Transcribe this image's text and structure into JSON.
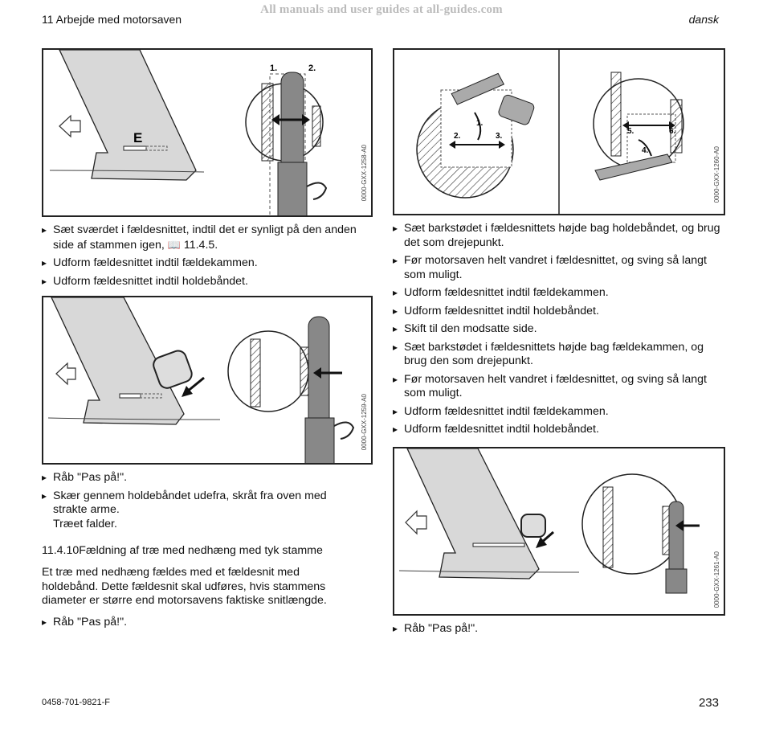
{
  "watermark": "All manuals and user guides at all-guides.com",
  "header": {
    "left": "11 Arbejde med motorsaven",
    "right": "dansk"
  },
  "figures": {
    "fig1": {
      "code": "0000-GXX-1258-A0",
      "label_e": "E",
      "step1": "1.",
      "step2": "2."
    },
    "fig2": {
      "code": "0000-GXX-1259-A0"
    },
    "fig3": {
      "code": "0000-GXX-1260-A0",
      "s1": "1.",
      "s2": "2.",
      "s3": "3.",
      "s4": "4.",
      "s5": "5.",
      "s6": "6."
    },
    "fig4": {
      "code": "0000-GXX-1261-A0"
    }
  },
  "left": {
    "bullets1": [
      "Sæt sværdet i fældesnittet, indtil det er synligt på den anden side af stammen igen,",
      "Udform fældesnittet indtil fældekammen.",
      "Udform fældesnittet indtil holdebåndet."
    ],
    "ref": "11.4.5.",
    "bullets2a": "Råb \"Pas på!\".",
    "bullets2b_l1": "Skær gennem holdebåndet udefra, skråt fra oven med strakte arme.",
    "bullets2b_l2": "Træet falder.",
    "section_title": "11.4.10Fældning af træ med nedhæng med tyk stamme",
    "paragraph": "Et træ med nedhæng fældes med et fældesnit med holdebånd. Dette fældesnit skal udføres, hvis stammens diameter er større end motorsavens faktiske snitlængde.",
    "bullet3": "Råb \"Pas på!\"."
  },
  "right": {
    "bullets": [
      "Sæt barkstødet i fældesnittets højde bag holdebåndet, og brug det som drejepunkt.",
      "Før motorsaven helt vandret i fældesnittet, og sving så langt som muligt.",
      "Udform fældesnittet indtil fældekammen.",
      "Udform fældesnittet indtil holdebåndet.",
      "Skift til den modsatte side.",
      "Sæt barkstødet i fældesnittets højde bag fældekammen, og brug den som drejepunkt.",
      "Før motorsaven helt vandret i fældesnittet, og sving så langt som muligt.",
      "Udform fældesnittet indtil fældekammen.",
      "Udform fældesnittet indtil holdebåndet."
    ],
    "bullet_last": "Råb \"Pas på!\"."
  },
  "footer": {
    "left": "0458-701-9821-F",
    "right": "233"
  }
}
